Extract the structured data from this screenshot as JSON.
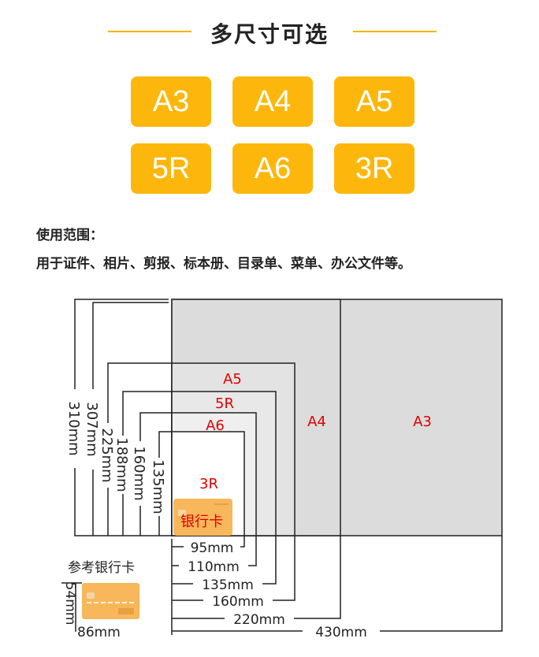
{
  "header": {
    "title": "多尺寸可选"
  },
  "sizes": [
    {
      "label": "A3"
    },
    {
      "label": "A4"
    },
    {
      "label": "A5"
    },
    {
      "label": "5R"
    },
    {
      "label": "A6"
    },
    {
      "label": "3R"
    }
  ],
  "usage": {
    "heading": "使用范围：",
    "text": "用于证件、相片、剪报、标本册、目录单、菜单、办公文件等。"
  },
  "diagram": {
    "sheets": [
      {
        "label": "A3",
        "width": "430mm",
        "height": "310mm"
      },
      {
        "label": "A4",
        "width": "220mm",
        "height": "307mm"
      },
      {
        "label": "A5",
        "width": "160mm",
        "height": "225mm"
      },
      {
        "label": "5R",
        "width": "135mm",
        "height": "188mm"
      },
      {
        "label": "A6",
        "width": "110mm",
        "height": "160mm"
      },
      {
        "label": "3R",
        "width": "95mm",
        "height": "135mm"
      }
    ],
    "bank_card_label": "银行卡",
    "reference": {
      "title": "参考银行卡",
      "width": "86mm",
      "height": "54mm"
    },
    "colors": {
      "accent": "#fdb70c",
      "size_label": "#e00000",
      "a3_fill": "#dcdcdc",
      "a5_fill": "#e6e6e6",
      "a6_fill": "#eeeeee",
      "card": "#f7b75a"
    }
  }
}
